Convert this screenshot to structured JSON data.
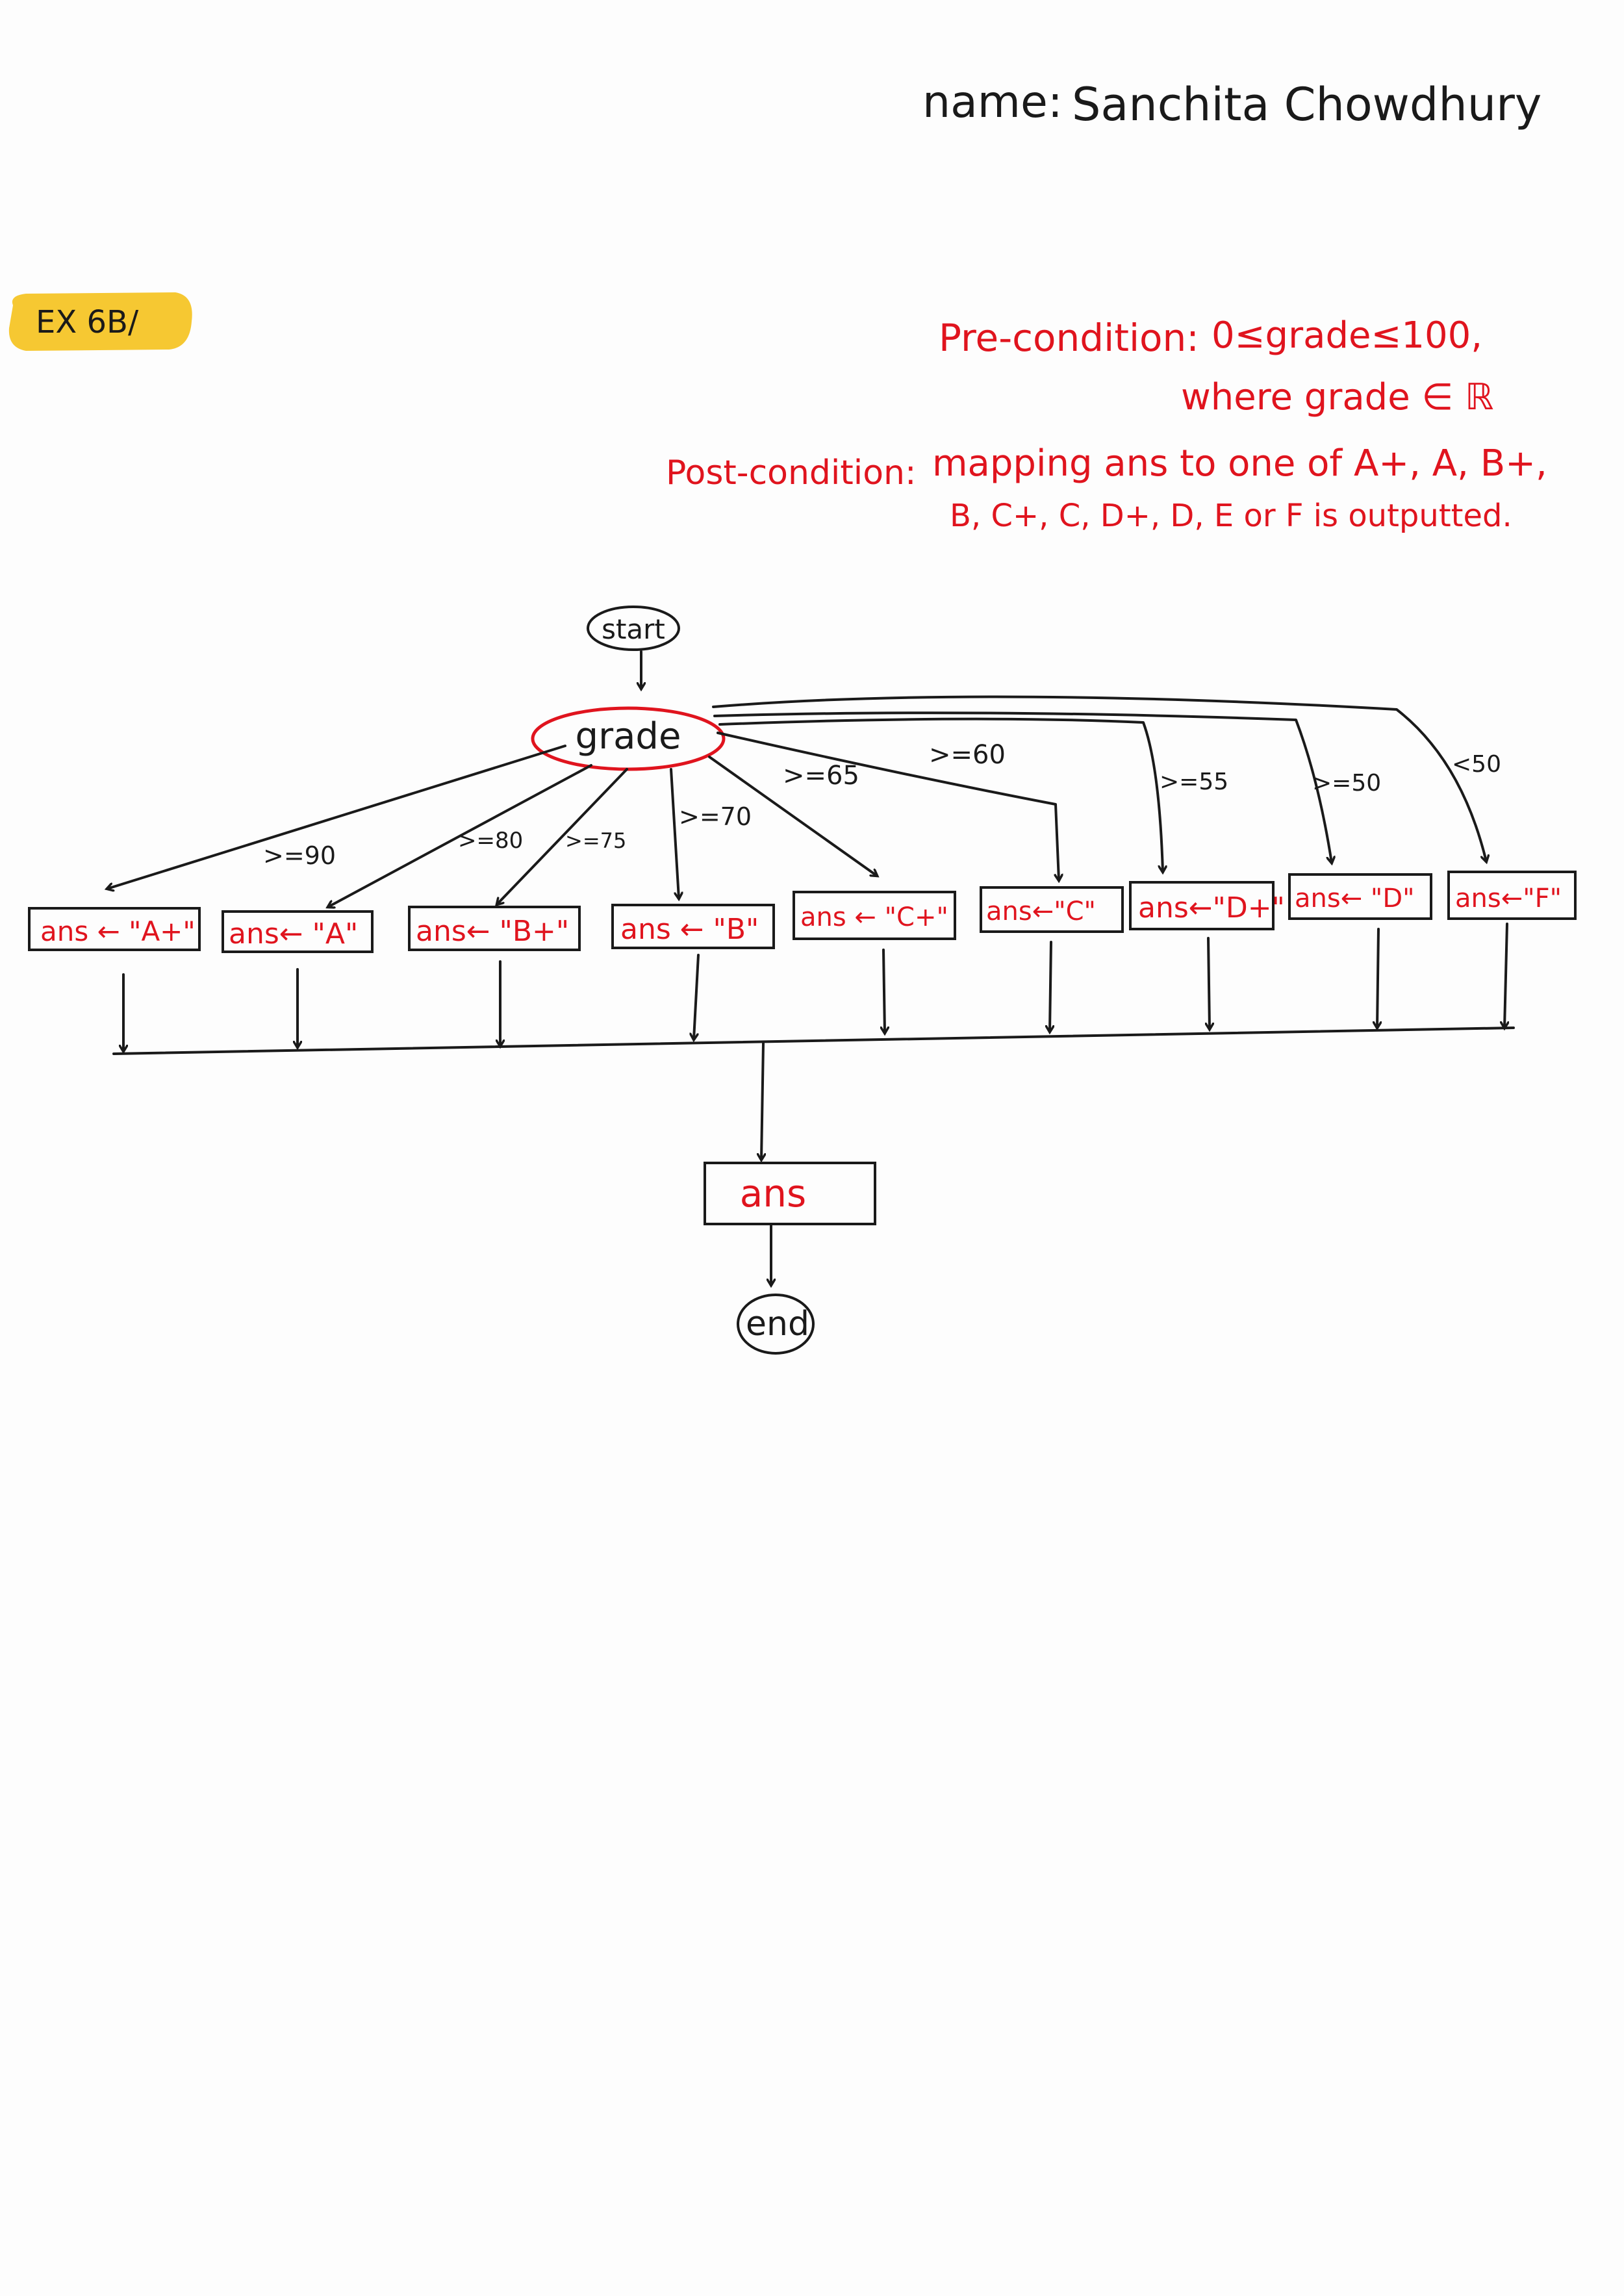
{
  "header": {
    "name_label": "name:",
    "name_value": "Sanchita Chowdhury",
    "exercise_tag": "EX 6B/"
  },
  "conditions": {
    "pre_label": "Pre-condition:",
    "pre_line1": "0≤grade≤100,",
    "pre_line2": "where grade ∈ ℝ",
    "post_label": "Post-condition:",
    "post_line1": "mapping ans  to one of A+, A, B+,",
    "post_line2": "B, C+, C, D+, D, E or F  is outputted."
  },
  "flowchart": {
    "start": "start",
    "input": "grade",
    "branches": [
      {
        "condition": ">=90",
        "action": "ans ← \"A+\""
      },
      {
        "condition": ">=80",
        "action": "ans← \"A\""
      },
      {
        "condition": ">=75",
        "action": "ans← \"B+\""
      },
      {
        "condition": ">=70",
        "action": "ans ← \"B\""
      },
      {
        "condition": ">=65",
        "action": "ans ← \"C+\""
      },
      {
        "condition": ">=60",
        "action": "ans←\"C\""
      },
      {
        "condition": ">=55",
        "action": "ans←\"D+\""
      },
      {
        "condition": ">=50",
        "action": "ans← \"D\""
      },
      {
        "condition": "<50",
        "action": "ans←\"F\""
      }
    ],
    "output": "ans",
    "end": "end"
  },
  "colors": {
    "ink": "#1a1a1a",
    "red_ink": "#e0141e",
    "highlight": "#f6c832",
    "paper": "#fdfdfd"
  }
}
